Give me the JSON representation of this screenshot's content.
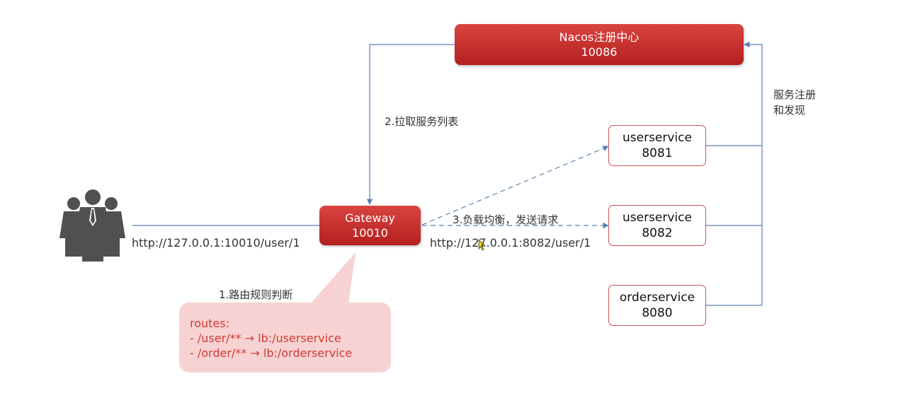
{
  "nodes": {
    "nacos": {
      "name": "Nacos注册中心",
      "port": "10086"
    },
    "gateway": {
      "name": "Gateway",
      "port": "10010"
    },
    "userservice1": {
      "name": "userservice",
      "port": "8081"
    },
    "userservice2": {
      "name": "userservice",
      "port": "8082"
    },
    "orderservice": {
      "name": "orderservice",
      "port": "8080"
    }
  },
  "labels": {
    "client_url": "http://127.0.0.1:10010/user/1",
    "step1": "1.路由规则判断",
    "step2": "2.拉取服务列表",
    "step3": "3.负载均衡，发送请求",
    "forward_url": "http://127.0.0.1:8082/user/1",
    "register_line1": "服务注册",
    "register_line2": "和发现"
  },
  "routes": {
    "title": "routes:",
    "rule1": "-   /user/** → lb:/userservice",
    "rule2": "- /order/** → lb:/orderservice"
  },
  "icons": {
    "users": "users-group-icon",
    "cursor": "cursor-icon"
  },
  "colors": {
    "node_red": "#c62d28",
    "line_blue": "#5b7fb5",
    "route_text": "#d23a35",
    "bubble_bg": "#f6d3d2"
  }
}
